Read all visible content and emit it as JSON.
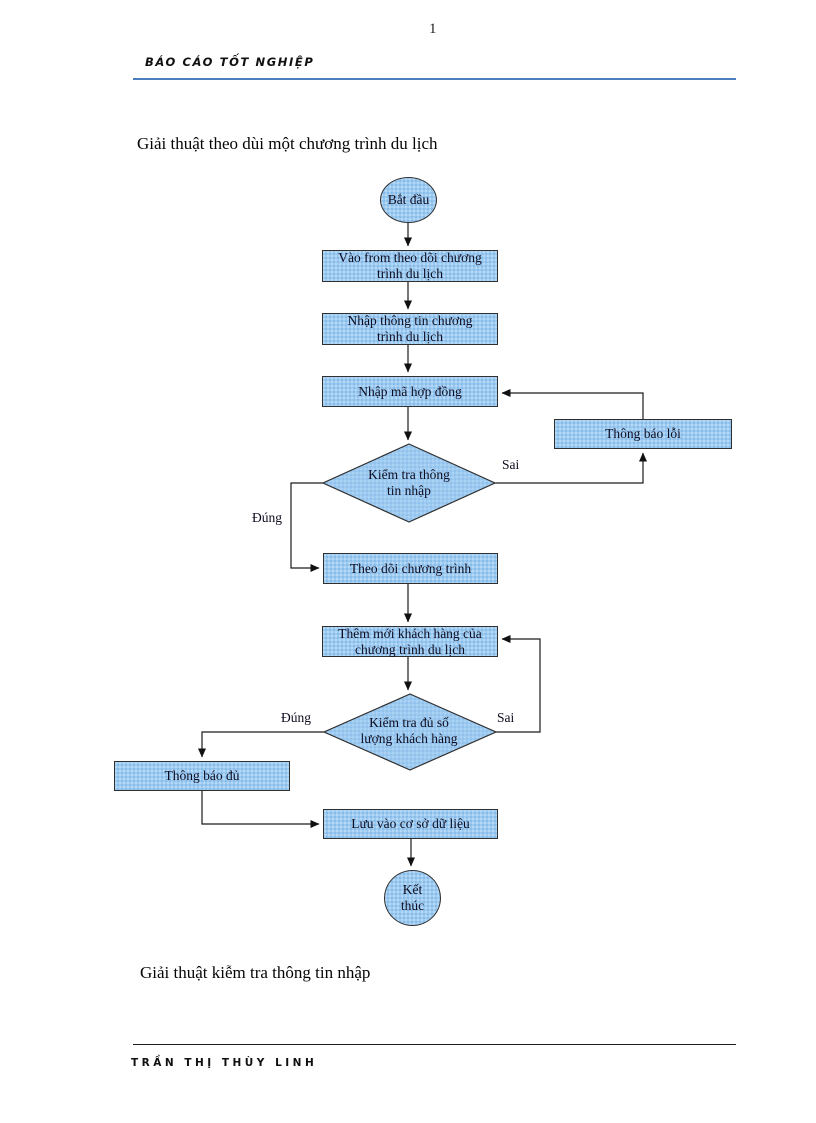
{
  "page": {
    "number": "1"
  },
  "header": {
    "title": "BÁO CÁO TỐT NGHIỆP"
  },
  "footer": {
    "author": "TRẦN THỊ THÙY LINH"
  },
  "headings": {
    "flowchart_top": "Giải thuật theo dùi một chương trình du lịch",
    "flowchart_bottom": "Giải thuật kiễm tra thông tin nhập"
  },
  "flowchart": {
    "nodes": {
      "start": "Bắt đầu",
      "open_form": "Vào from theo dõi chương\ntrình du lịch",
      "enter_info": "Nhập thông tin chương\ntrình du lịch",
      "enter_contract": "Nhập mã hợp đồng",
      "check_input": "Kiểm tra thông\ntin nhập",
      "error_notice": "Thông báo lỗi",
      "follow_program": "Theo dõi chương trình",
      "add_customer": "Thêm mới khách hàng của\nchương trình du lịch",
      "check_quantity": "Kiểm tra đủ số\nlượng khách hàng",
      "enough_notice": "Thông báo đủ",
      "save_db": "Lưu vào cơ sở dữ liệu",
      "end": "Kết\nthúc"
    },
    "edge_labels": {
      "check_input_false": "Sai",
      "check_input_true": "Đúng",
      "check_quantity_false": "Sai",
      "check_quantity_true": "Đúng"
    },
    "colors": {
      "node_fill": "#9dcaf1",
      "node_border": "#2f2f2f",
      "connector": "#1c1c1c",
      "header_rule": "#4a7ebc"
    }
  }
}
